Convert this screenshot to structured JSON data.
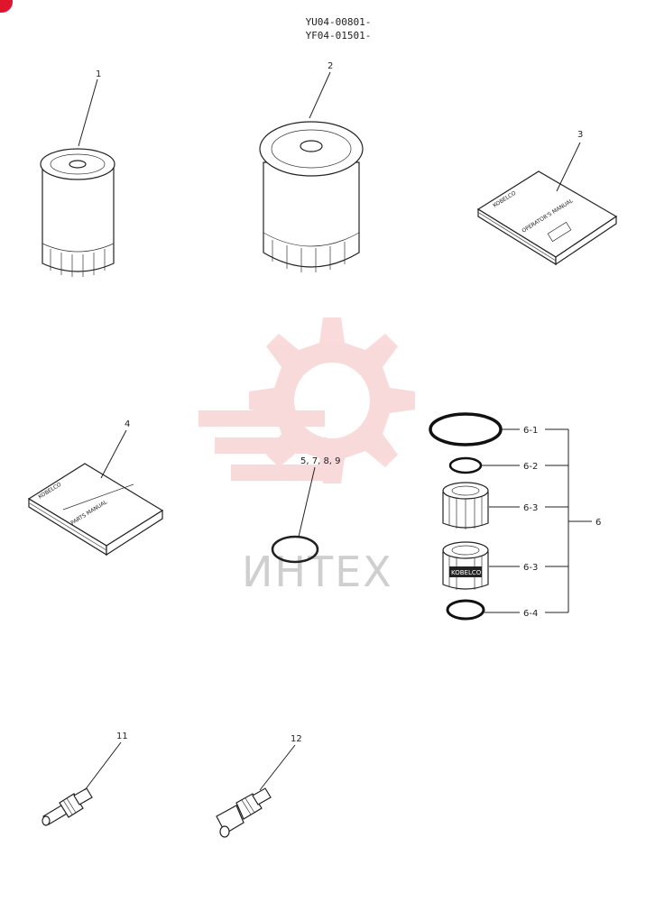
{
  "header": {
    "serial_1": "YU04-00801-",
    "serial_2": "YF04-01501-"
  },
  "callouts": {
    "p1": "1",
    "p2": "2",
    "p3": "3",
    "p4": "4",
    "p5_9": "5, 7, 8, 9",
    "p6": "6",
    "p6_1": "6-1",
    "p6_2": "6-2",
    "p6_3a": "6-3",
    "p6_3b": "6-3",
    "p6_4": "6-4",
    "p11": "11",
    "p12": "12"
  },
  "book_texts": {
    "operators_brand": "KOBELCO",
    "operators_title": "OPERATOR'S MANUAL",
    "parts_brand": "KOBELCO",
    "parts_title": "PARTS MANUAL",
    "filter_brand": "KOBELCO"
  },
  "watermark": {
    "text": "ИНТЕХ",
    "color": "#f2b8b8"
  }
}
